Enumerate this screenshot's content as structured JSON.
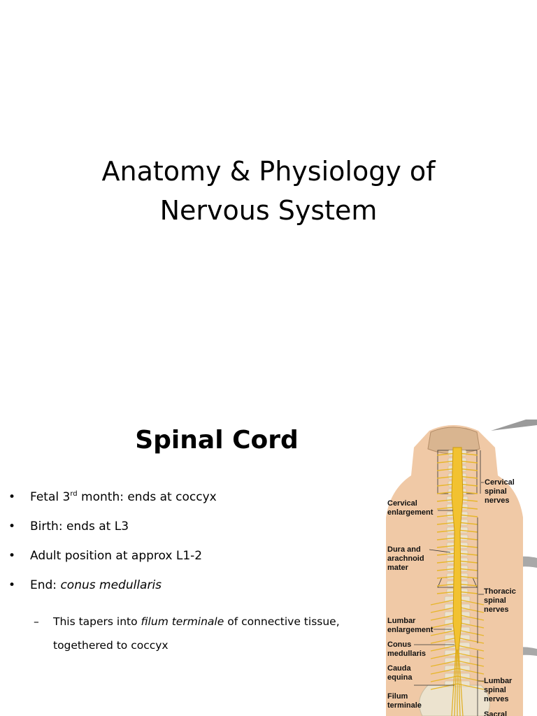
{
  "slide1": {
    "title_line1": "Anatomy & Physiology of",
    "title_line2": "Nervous System"
  },
  "slide2": {
    "title": "Spinal Cord",
    "bullets": [
      {
        "pre": "Fetal 3",
        "sup": "rd",
        "post": " month: ends at coccyx"
      },
      {
        "text": "Birth: ends at L3"
      },
      {
        "text": "Adult position at approx  L1-2"
      },
      {
        "pre": "End: ",
        "em": "conus medullaris"
      }
    ],
    "sub_bullet": {
      "pre": "This tapers into ",
      "em": "filum terminale",
      "post": " of connective tissue,",
      "line2": "togethered to coccyx"
    },
    "bullet_glyph": "•",
    "dash_glyph": "–",
    "figure_labels": {
      "cervical_nerves": "Cervical spinal nerves",
      "cervical_enlargement": "Cervical enlargement",
      "dura": "Dura and arachnoid mater",
      "thoracic": "Thoracic spinal nerves",
      "lumbar_enlargement": "Lumbar enlargement",
      "conus": "Conus medullaris",
      "cauda": "Cauda equina",
      "lumbar_nerves": "Lumbar spinal nerves",
      "filum": "Filum terminale",
      "sacral": "Sacral"
    },
    "colors": {
      "skin": "#f0c9a6",
      "cord": "#f2c230",
      "bone": "#ece3cf",
      "band": "#9a9a9a"
    }
  }
}
